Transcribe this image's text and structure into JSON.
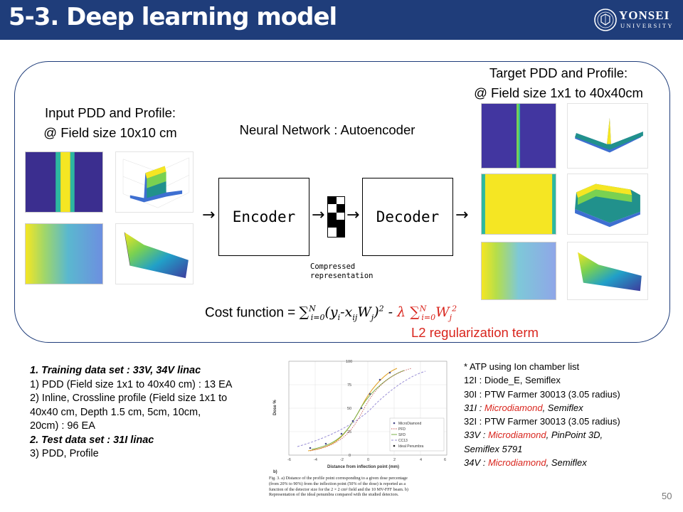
{
  "header": {
    "title": "5-3. Deep learning model",
    "logo_name": "YONSEI",
    "logo_sub": "UNIVERSITY",
    "bg_color": "#1f3d7a"
  },
  "input": {
    "line1": "Input PDD and Profile:",
    "line2": "@ Field size 10x10 cm"
  },
  "network": {
    "title": "Neural Network : Autoencoder",
    "encoder_label": "Encoder",
    "decoder_label": "Decoder",
    "compressed_line1": "Compressed",
    "compressed_line2": "representation"
  },
  "target": {
    "line1": "Target PDD and Profile:",
    "line2": "@ Field size 1x1 to 40x40cm"
  },
  "cost": {
    "prefix": "Cost function = ",
    "regularization": "L2 regularization term"
  },
  "training": {
    "lines": [
      "1. Training data set : 33V, 34V linac",
      "1) PDD (Field size 1x1 to 40x40 cm) : 13 EA",
      "2) Inline, Crossline profile (Field size 1x1 to",
      "40x40 cm, Depth 1.5 cm, 5cm, 10cm,",
      "20cm) : 96 EA",
      "2. Test data set : 31I linac",
      "3) PDD, Profile"
    ]
  },
  "figure": {
    "ylabel": "Dose %",
    "xlabel": "Distance from inflection point (mm)",
    "panel_tag": "b)",
    "yticks": [
      "0",
      "25",
      "50",
      "75",
      "100"
    ],
    "xticks": [
      "-6",
      "-4",
      "-2",
      "0",
      "2",
      "4",
      "6"
    ],
    "legend": [
      "MicroDiamond",
      "PFD",
      "SFD",
      "CC13",
      "Ideal Penumbra"
    ],
    "caption": [
      "Fig. 3. a) Distance of the profile point corresponding to a given dose percentage",
      "(from 20% to 90%) from the inflection point (50% of the dose) is reported as a",
      "function of the detector size for the 2 × 2 cm² field and the 10 MV-FFF beam. b)",
      "Representation of the ideal penumbra compared with the studied detectors."
    ]
  },
  "atp": {
    "title": "* ATP using Ion chamber list",
    "l1": "12I : Diode_E, Semiflex",
    "l2": "30I : PTW Farmer 30013 (3.05 radius)",
    "l3a": "31I : ",
    "l3b": "Microdiamond",
    "l3c": ", Semiflex",
    "l4": "32I : PTW Farmer 30013 (3.05 radius)",
    "l5a": "33V : ",
    "l5b": "Microdiamond",
    "l5c": ", PinPoint 3D,",
    "l6": "Semiflex 5791",
    "l7a": "34V : ",
    "l7b": "Microdiamond",
    "l7c": ", Semiflex"
  },
  "page_number": "50"
}
